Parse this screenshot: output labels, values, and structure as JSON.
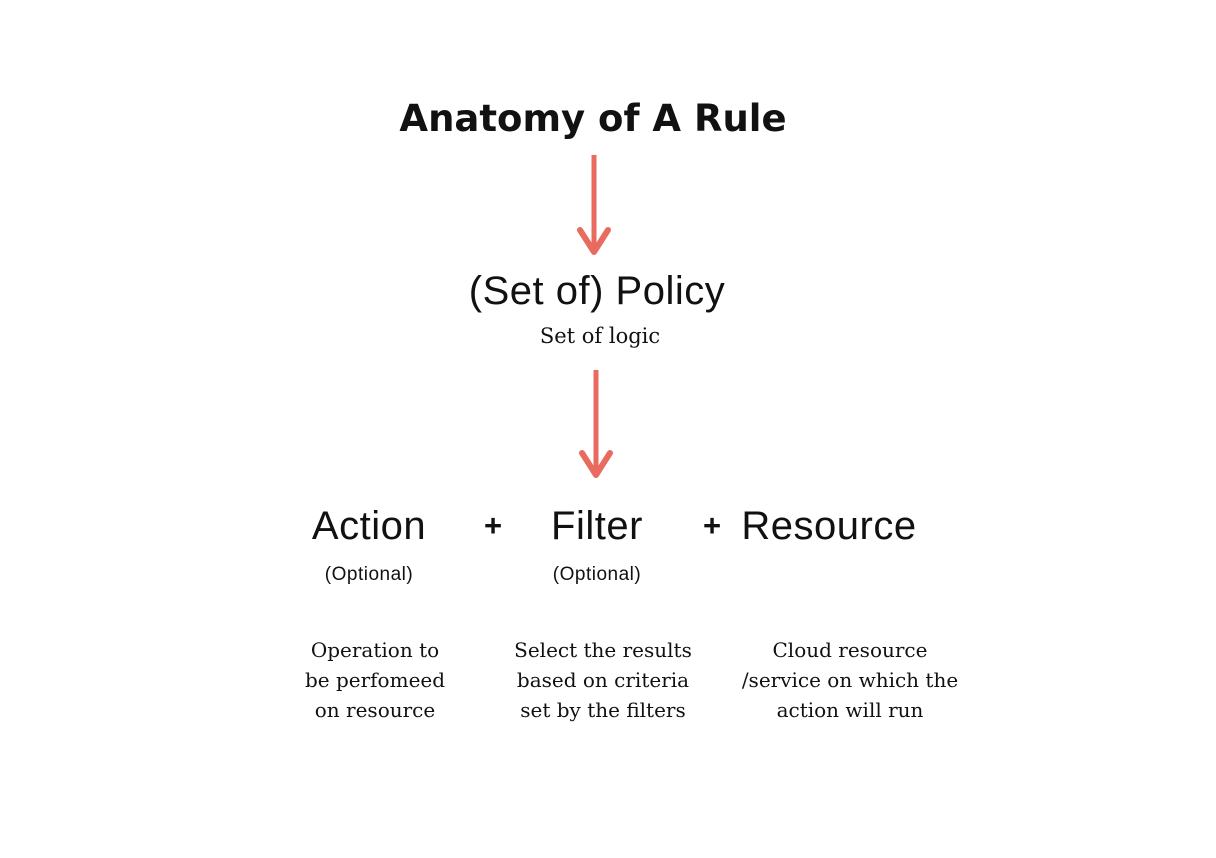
{
  "title": "Anatomy of A Rule",
  "colors": {
    "accent": "#E96A5F",
    "text": "#111111",
    "background": "#FFFFFF"
  },
  "policy": {
    "label": "(Set of) Policy",
    "sublabel": "Set of logic"
  },
  "plus_sign": "+",
  "arrow_icon": "down-arrow",
  "columns": [
    {
      "label": "Action",
      "qualifier": "(Optional)",
      "description": "Operation to\nbe perfomeed\non resource"
    },
    {
      "label": "Filter",
      "qualifier": "(Optional)",
      "description": "Select the results\nbased on criteria\nset by the filters"
    },
    {
      "label": "Resource",
      "qualifier": "",
      "description": "Cloud resource\n/service on which the\naction will run"
    }
  ]
}
